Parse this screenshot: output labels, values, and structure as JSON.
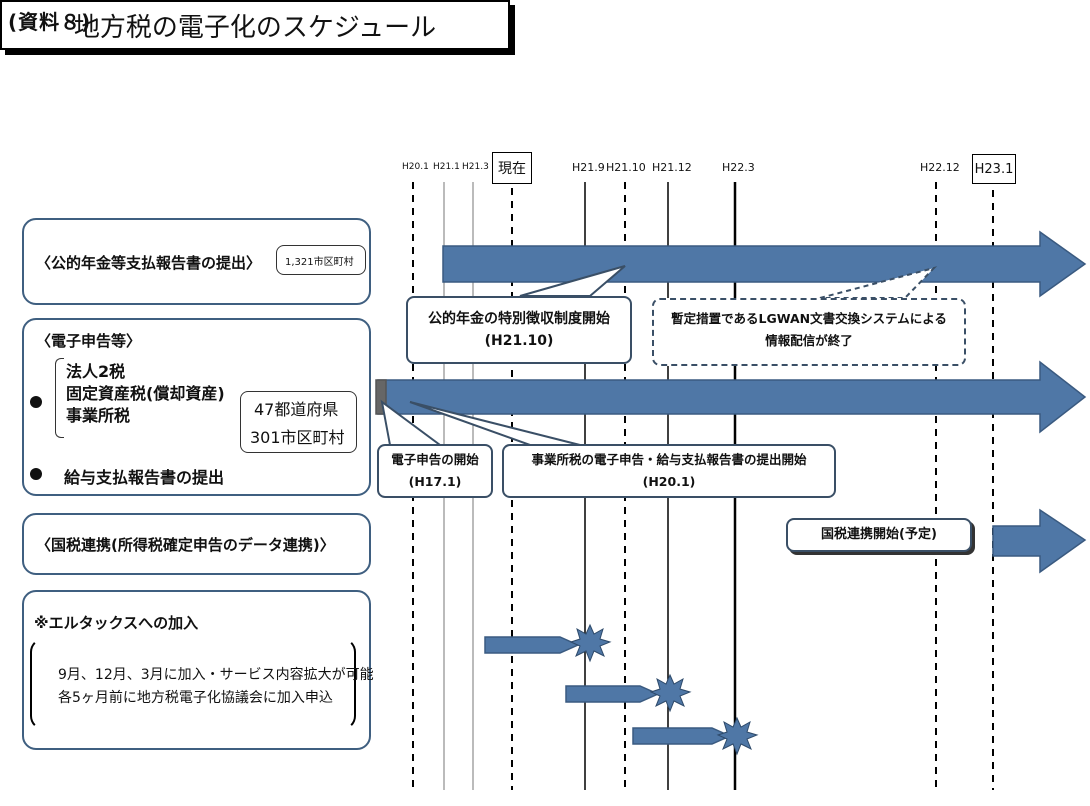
{
  "doc_label": "(資料８)",
  "title": "地方税の電子化のスケジュール",
  "timeline": {
    "small_labels": [
      "H20.1",
      "H21.1",
      "H21.3",
      "H21.9",
      "H21.10",
      "H21.12",
      "H22.3",
      "H22.12"
    ],
    "boxed_labels": [
      "現在",
      "H23.1"
    ]
  },
  "section_pension": {
    "label": "〈公的年金等支払報告書の提出〉",
    "scope": "1,321市区町村",
    "callout_start_line1": "公的年金の特別徴収制度開始",
    "callout_start_line2": "(H21.10)",
    "callout_end_line1": "暫定措置であるLGWAN文書交換システムによる",
    "callout_end_line2": "情報配信が終了"
  },
  "section_efiling": {
    "label": "〈電子申告等〉",
    "items": [
      "法人2税",
      "固定資産税(償却資産)",
      "事業所税"
    ],
    "scope_line1": "47都道府県",
    "scope_line2": "301市区町村",
    "payroll": "給与支払報告書の提出",
    "callout_start_line1": "電子申告の開始",
    "callout_start_line2": "(H17.1)",
    "callout_office_line1": "事業所税の電子申告・給与支払報告書の提出開始",
    "callout_office_line2": "(H20.1)"
  },
  "section_national": {
    "label": "〈国税連携(所得税確定申告のデータ連携)〉",
    "callout": "国税連携開始(予定)"
  },
  "section_eltax": {
    "label": "※エルタックスへの加入",
    "note_line1": "9月、12月、3月に加入・サービス内容拡大が可能",
    "note_line2": "各5ヶ月前に地方税電子化協議会に加入申込"
  },
  "colors": {
    "arrow_fill": "#4f77a6",
    "arrow_stroke": "#3a5a80",
    "box_border": "#3f5f80"
  }
}
